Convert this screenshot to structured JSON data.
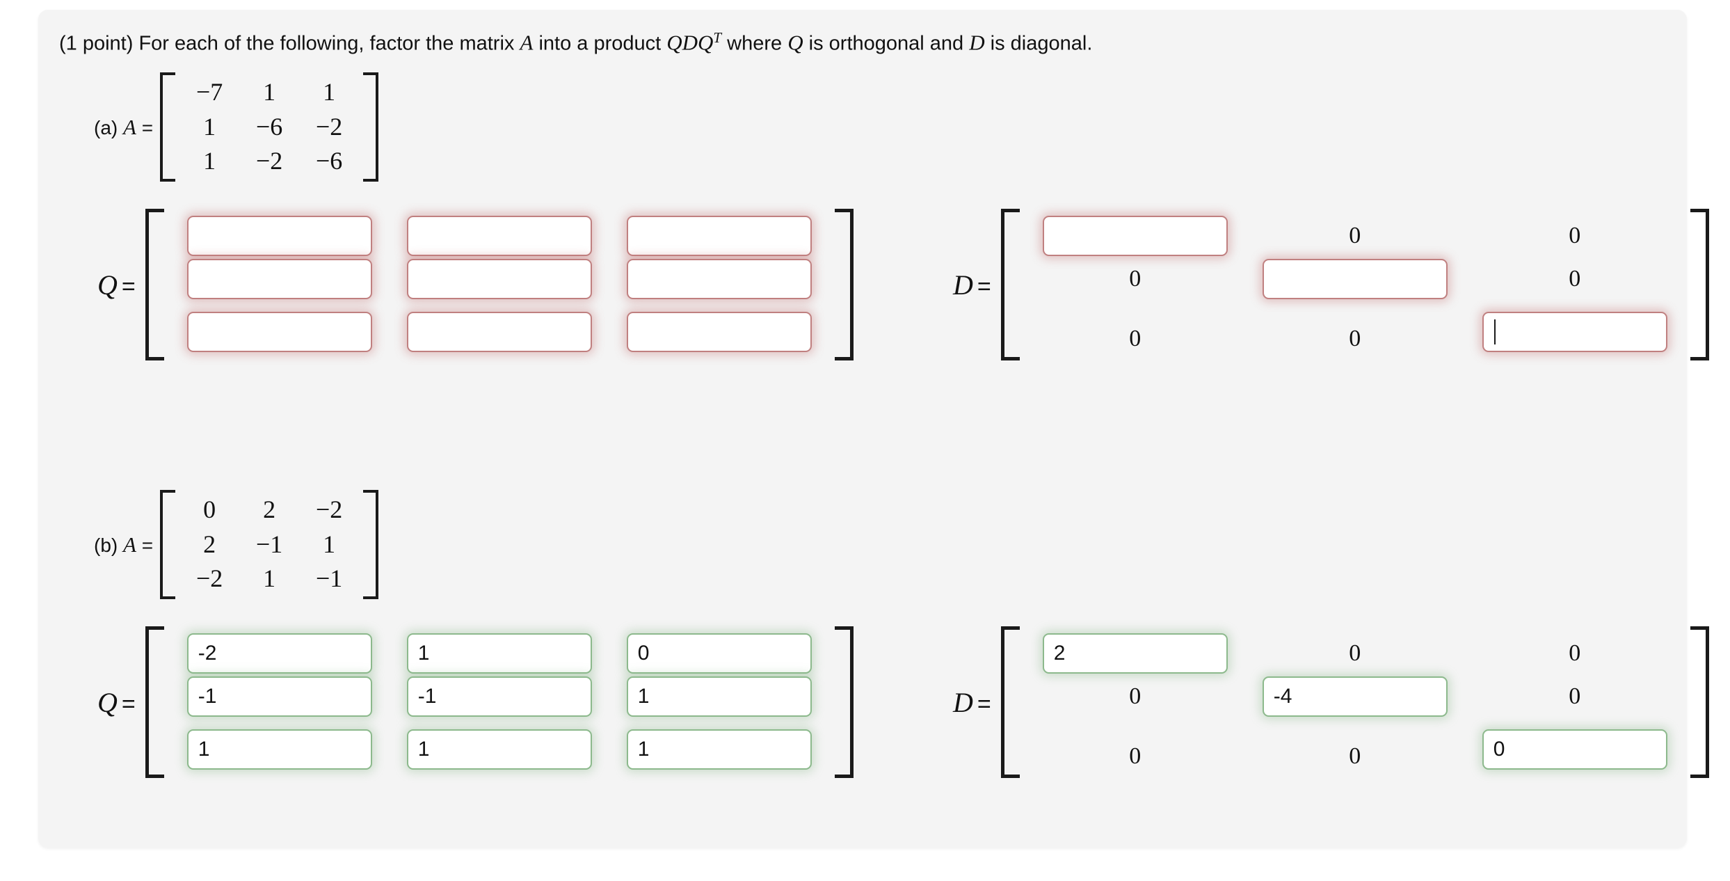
{
  "prompt": {
    "lead": "(1 point) For each of the following, factor the matrix ",
    "var_a": "A",
    "mid": " into a product ",
    "qdq": "QDQ",
    "sup_t": "T",
    "tail": " where ",
    "var_q": "Q",
    "tail2": " is orthogonal and ",
    "var_d": "D",
    "tail3": " is diagonal."
  },
  "colors": {
    "card_bg": "#f4f4f4",
    "page_bg": "#ffffff",
    "incorrect_border": "#c08080",
    "correct_border": "#8cb98c",
    "text": "#111111",
    "bracket": "#1a1a1a"
  },
  "parts": [
    {
      "id": "a",
      "label_prefix": "(a)",
      "label_var": "A",
      "label_eq": "=",
      "given_matrix": [
        [
          "−7",
          "1",
          "1"
        ],
        [
          "1",
          "−6",
          "−2"
        ],
        [
          "1",
          "−2",
          "−6"
        ]
      ],
      "q": {
        "label_var": "Q",
        "label_eq": "=",
        "status": "wrong",
        "cells": [
          [
            "",
            "",
            ""
          ],
          [
            "",
            "",
            ""
          ],
          [
            "",
            "",
            ""
          ]
        ]
      },
      "d": {
        "label_var": "D",
        "label_eq": "=",
        "status": "wrong",
        "diagonal": [
          "",
          "",
          ""
        ],
        "off_diagonal": "0",
        "focused_cell": 2
      }
    },
    {
      "id": "b",
      "label_prefix": "(b)",
      "label_var": "A",
      "label_eq": "=",
      "given_matrix": [
        [
          "0",
          "2",
          "−2"
        ],
        [
          "2",
          "−1",
          "1"
        ],
        [
          "−2",
          "1",
          "−1"
        ]
      ],
      "q": {
        "label_var": "Q",
        "label_eq": "=",
        "status": "right",
        "cells": [
          [
            "-2",
            "1",
            "0"
          ],
          [
            "-1",
            "-1",
            "1"
          ],
          [
            "1",
            "1",
            "1"
          ]
        ]
      },
      "d": {
        "label_var": "D",
        "label_eq": "=",
        "status": "right",
        "diagonal": [
          "2",
          "-4",
          "0"
        ],
        "off_diagonal": "0",
        "focused_cell": -1
      }
    }
  ]
}
